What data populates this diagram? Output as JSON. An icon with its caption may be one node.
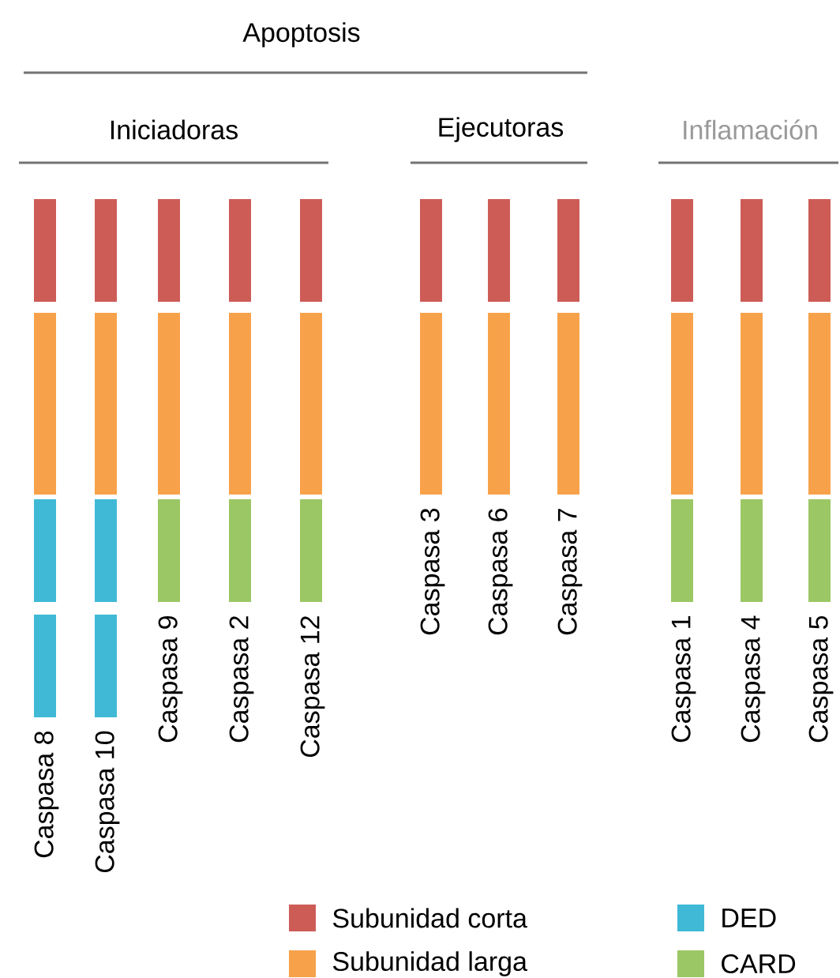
{
  "diagram": {
    "nodes": [
      {
        "text": [],
        "shape": "bar",
        "beside": [
          "Caspasa 8"
        ]
      },
      {
        "text": [],
        "shape": "bar",
        "beside": [
          "Caspasa 10"
        ]
      },
      {
        "text": [],
        "shape": "bar",
        "beside": [
          "Caspasa 9"
        ]
      },
      {
        "text": [],
        "shape": "bar",
        "beside": [
          "Caspasa 2"
        ]
      },
      {
        "text": [],
        "shape": "bar",
        "beside": [
          "Caspasa 12"
        ]
      },
      {
        "text": [],
        "shape": "bar",
        "beside": [
          "Caspasa 3"
        ]
      },
      {
        "text": [],
        "shape": "bar",
        "beside": [
          "Caspasa 6"
        ]
      },
      {
        "text": [],
        "shape": "bar",
        "beside": [
          "Caspasa 7"
        ]
      },
      {
        "text": [],
        "shape": "bar",
        "beside": [
          "Caspasa 1"
        ]
      },
      {
        "text": [],
        "shape": "bar",
        "beside": [
          "Caspasa 4"
        ]
      },
      {
        "text": [],
        "shape": "bar",
        "beside": [
          "Caspasa 5"
        ]
      }
    ],
    "labels": [
      "Apoptosis",
      "Iniciadoras",
      "Ejecutoras",
      "Inflamación"
    ],
    "legend": [
      {
        "text": "Subunidad corta",
        "color": "#cd5c57"
      },
      {
        "text": "Subunidad larga",
        "color": "#f7a24a"
      },
      {
        "text": "DED",
        "color": "#3fb9d6"
      },
      {
        "text": "CARD",
        "color": "#9bc764"
      }
    ]
  }
}
